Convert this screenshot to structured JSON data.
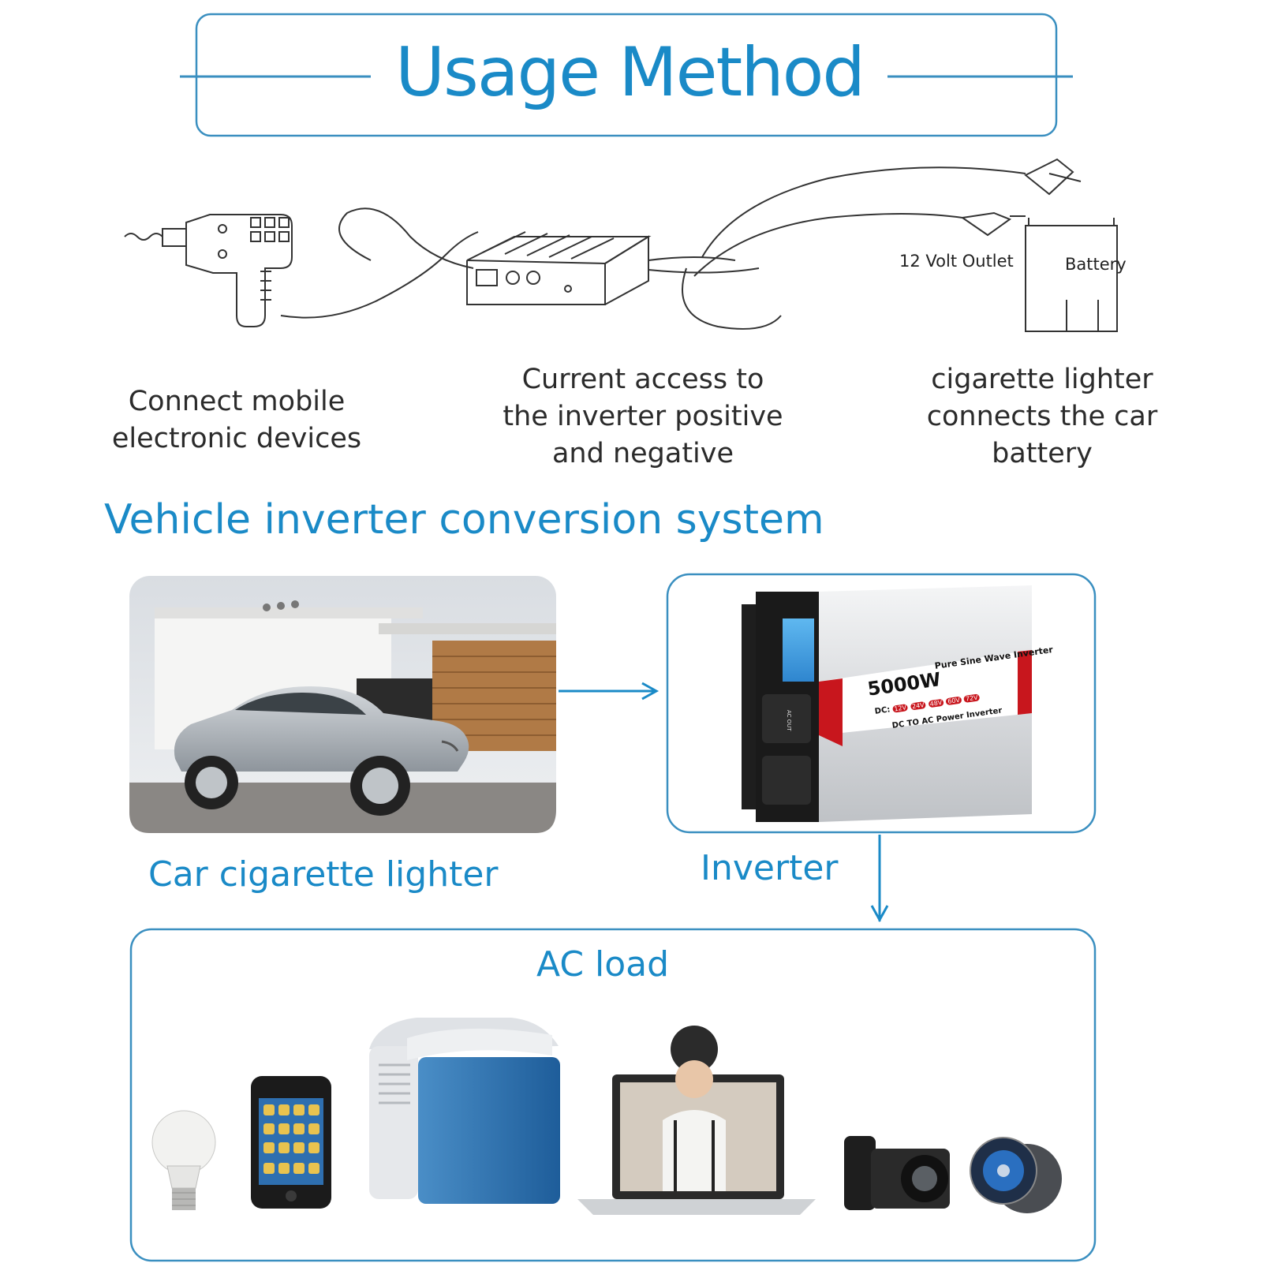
{
  "title": "Usage Method",
  "steps": [
    {
      "lines": [
        "Connect mobile",
        "electronic devices"
      ]
    },
    {
      "lines": [
        "Current access to",
        "the inverter positive",
        "and negative"
      ]
    },
    {
      "lines": [
        "cigarette lighter",
        "connects the car",
        "battery"
      ]
    }
  ],
  "drawing_labels": {
    "outlet": "12 Volt Outlet",
    "battery": "Battery"
  },
  "section_title": "Vehicle inverter conversion system",
  "car_caption": "Car cigarette lighter",
  "inverter_caption": "Inverter",
  "inverter_product": {
    "power": "5000W",
    "name": "Pure Sine Wave Inverter",
    "dc_label": "DC:",
    "voltages": [
      "12V",
      "24V",
      "48V",
      "60V",
      "72V"
    ],
    "bottom_words": [
      "DC",
      "TO",
      "AC",
      "Power",
      "Inverter"
    ],
    "outlet_label": "AC OUT"
  },
  "ac_load_title": "AC load",
  "colors": {
    "accent": "#1a8ac7",
    "frame": "#3a8fc0",
    "ink": "#2b2b2b",
    "brand_red": "#c8161d"
  },
  "icons": [
    "drill-icon",
    "inverter-sketch-icon",
    "battery-sketch-icon",
    "car-photo",
    "inverter-photo",
    "bulb-icon",
    "phone-icon",
    "cooler-icon",
    "laptop-icon",
    "camera-icon",
    "speaker-icon"
  ]
}
